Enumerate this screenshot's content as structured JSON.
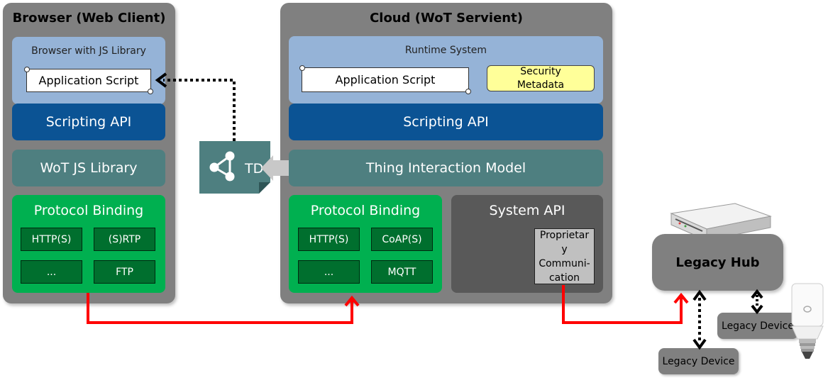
{
  "browser": {
    "title": "Browser (Web Client)",
    "runtime_label": "Browser with JS Library",
    "app_script": "Application Script",
    "scripting_api": "Scripting API",
    "wot_js_library": "WoT JS Library",
    "protocol_binding": "Protocol Binding",
    "protocols": [
      "HTTP(S)",
      "(S)RTP",
      "...",
      "FTP"
    ]
  },
  "td": {
    "label": "TD"
  },
  "cloud": {
    "title": "Cloud (WoT Servient)",
    "runtime_label": "Runtime System",
    "app_script": "Application Script",
    "security_metadata": "Security Metadata",
    "scripting_api": "Scripting API",
    "thing_interaction_model": "Thing Interaction Model",
    "protocol_binding": "Protocol Binding",
    "protocols": [
      "HTTP(S)",
      "CoAP(S)",
      "...",
      "MQTT"
    ],
    "system_api": "System API",
    "proprietary": "Proprietary Communi-cation"
  },
  "legacy": {
    "hub": "Legacy Hub",
    "device_right": "Legacy Device",
    "device_bottom": "Legacy Device"
  },
  "colors": {
    "panel": "#808080",
    "runtime": "#95b3d7",
    "scripting_api": "#0b5394",
    "teal": "#4e7f80",
    "protocol_binding": "#00b050",
    "protocol_item": "#006f2e",
    "connector": "#ff0000",
    "security_metadata": "#ffff99"
  }
}
